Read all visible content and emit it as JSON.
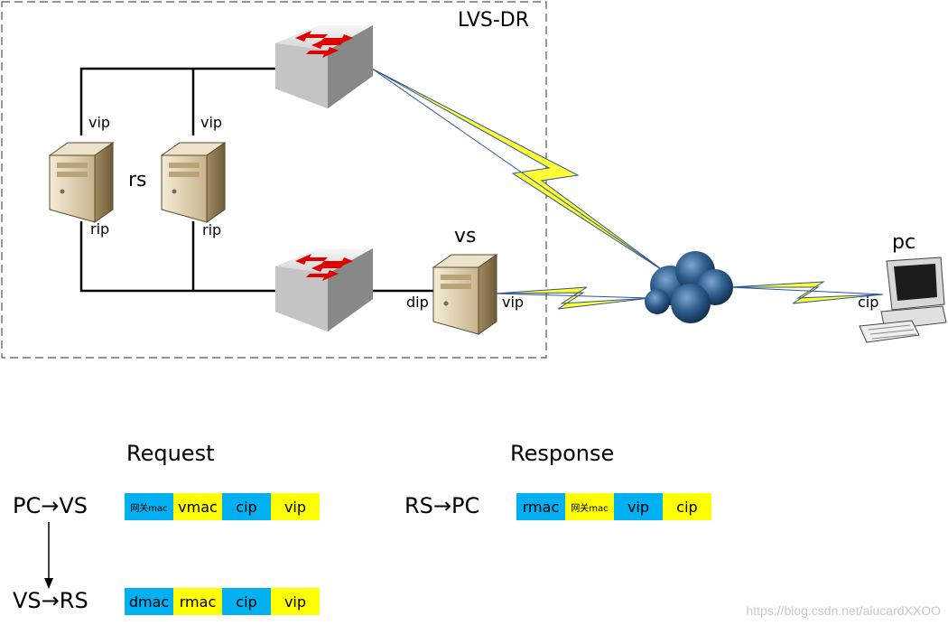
{
  "title": "LVS-DR",
  "nodes": {
    "rs": "rs",
    "vs": "vs",
    "pc": "pc"
  },
  "ports": {
    "vip1": "vip",
    "vip2": "vip",
    "rip1": "rip",
    "rip2": "rip",
    "dip": "dip",
    "vs_vip": "vip",
    "cip": "cip"
  },
  "request": {
    "heading": "Request",
    "flow1": {
      "label": "PC→VS",
      "fields": [
        "网关mac",
        "vmac",
        "cip",
        "vip"
      ]
    },
    "flow2": {
      "label": "VS→RS",
      "fields": [
        "dmac",
        "rmac",
        "cip",
        "vip"
      ]
    }
  },
  "response": {
    "heading": "Response",
    "flow1": {
      "label": "RS→PC",
      "fields": [
        "rmac",
        "网关mac",
        "vip",
        "cip"
      ]
    }
  },
  "colors": {
    "blue": "#00b0f0",
    "yellow": "#ffff00",
    "lightning": "#ffff33",
    "cloud": "#1f4e79"
  },
  "watermark": "https://blog.csdn.net/alucardXXOO"
}
